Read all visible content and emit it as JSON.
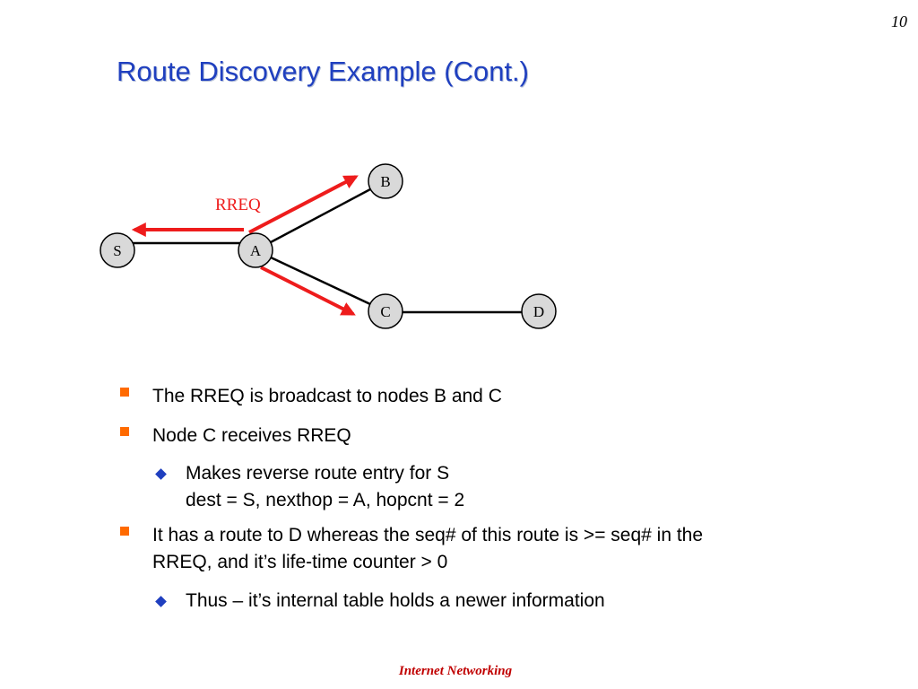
{
  "page_number": "10",
  "title": "Route Discovery Example (Cont.)",
  "diagram": {
    "nodes": {
      "S": "S",
      "A": "A",
      "B": "B",
      "C": "C",
      "D": "D"
    },
    "rreq_label": "RREQ",
    "colors": {
      "arrow": "#ee1c1c",
      "link": "#000000",
      "node_fill": "#d9d9d9"
    }
  },
  "bullets": [
    {
      "text": "The RREQ is broadcast to nodes B and C"
    },
    {
      "text": "Node C receives RREQ"
    },
    {
      "line1": "Makes reverse route entry for S",
      "line2": "dest = S, nexthop = A, hopcnt = 2"
    },
    {
      "line1": "It has a route to D whereas the seq#  of this route is >= seq#  in the",
      "line2": "RREQ, and it’s life-time counter > 0"
    },
    {
      "text": "Thus – it’s internal table holds a newer information"
    }
  ],
  "footer": "Internet  Networking",
  "colors": {
    "title": "#1f3fbf",
    "bullet_square": "#ff6a00",
    "bullet_diamond": "#1f3fbf",
    "footer": "#c00000"
  }
}
